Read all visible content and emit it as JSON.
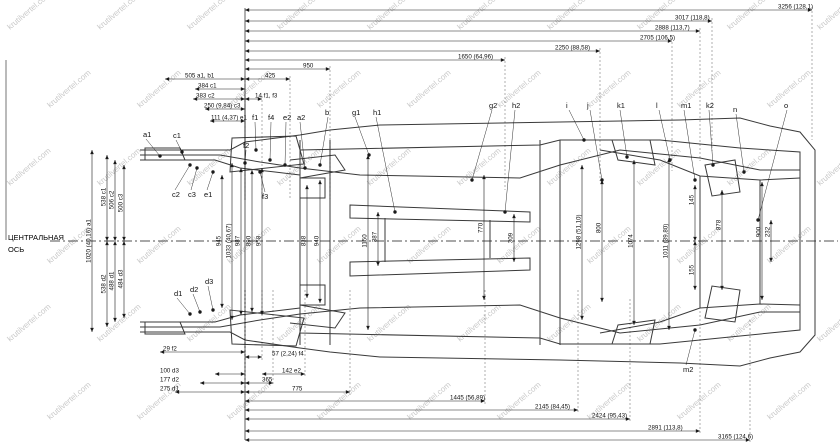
{
  "centerline_label": [
    "ЦЕНТРАЛЬНАЯ",
    "ОСЬ"
  ],
  "watermark": "krutilvertel.com",
  "colors": {
    "line": "#1a1a1a",
    "body": "#3a3a3a",
    "watermark": "#c9c9c9"
  },
  "top_dimensions": [
    "3256 (128,1)",
    "3017 (118,8)",
    "2888 (113,7)",
    "2705 (106,5)",
    "2250 (88,58)",
    "1650 (64,96)",
    "950",
    "505 a1, b1",
    "425",
    "384 c1",
    "383 c2",
    "14 f1, f3",
    "250 (9,84) c3",
    "111 (4,37) e1"
  ],
  "bottom_dimensions": [
    "29 f2",
    "57 (2,24) f4",
    "100 d3",
    "142 e2",
    "177 d2",
    "365",
    "275 d1",
    "775",
    "1445 (56,89)",
    "2145 (84,45)",
    "2424 (95,43)",
    "2891 (113,8)",
    "3165 (124,6)"
  ],
  "vertical_dimensions": [
    "1020 (40,16) a1",
    "538 c1",
    "506 c2",
    "500 c3",
    "538 d2",
    "488 d1",
    "484 d3",
    "945",
    "1033 (40,67)",
    "987",
    "890",
    "958",
    "838",
    "940",
    "1150",
    "387",
    "770",
    "309",
    "1298 (51,10)",
    "800",
    "1074",
    "1011 (39,80)",
    "145",
    "155",
    "878",
    "900",
    "232"
  ],
  "points": [
    "a1",
    "c1",
    "c2",
    "c3",
    "e1",
    "f2",
    "f1",
    "f4",
    "e2",
    "a2",
    "b",
    "g1",
    "h1",
    "g2",
    "h2",
    "i",
    "j",
    "k1",
    "l",
    "m1",
    "k2",
    "n",
    "o",
    "d1",
    "d2",
    "d3",
    "f3",
    "m2"
  ]
}
